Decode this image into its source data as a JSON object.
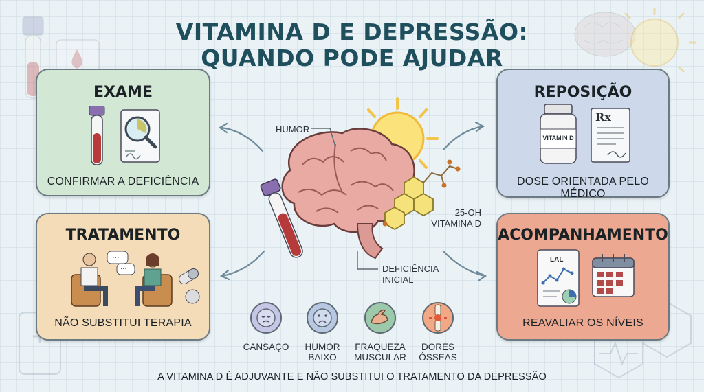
{
  "title": {
    "line1": "VITAMINA D E DEPRESSÃO:",
    "line2": "QUANDO PODE AJUDAR"
  },
  "cards": {
    "exame": {
      "heading": "EXAME",
      "caption": "CONFIRMAR A DEFICIÊNCIA",
      "color": "#d3e7d5"
    },
    "reposicao": {
      "heading": "REPOSIÇÃO",
      "caption": "DOSE ORIENTADA PELO MÉDICO",
      "bottle_label": "VITAMIN D",
      "rx_symbol": "Rx",
      "color": "#cdd9ea"
    },
    "tratamento": {
      "heading": "TRATAMENTO",
      "caption": "NÃO SUBSTITUI TERAPIA",
      "color": "#f5dcb9"
    },
    "acompanhamento": {
      "heading": "ACOMPANHAMENTO",
      "caption": "REAVALIAR OS NÍVEIS",
      "chart_label": "LAL",
      "color": "#eda892"
    }
  },
  "center": {
    "humor_label": "HUMOR",
    "vitamin_label_1": "25-OH",
    "vitamin_label_2": "VITAMINA D",
    "deficiency_label_1": "DEFICIÊNCIA",
    "deficiency_label_2": "INICIAL"
  },
  "symptoms": [
    {
      "line1": "CANSAÇO",
      "line2": "",
      "color": "#c6c6e6"
    },
    {
      "line1": "HUMOR",
      "line2": "BAIXO",
      "color": "#b9c8e2"
    },
    {
      "line1": "FRAQUEZA",
      "line2": "MUSCULAR",
      "color": "#9cc9a9"
    },
    {
      "line1": "DORES",
      "line2": "ÓSSEAS",
      "color": "#f2a884"
    }
  ],
  "footer": "A VITAMINA D É ADJUVANTE E NÃO SUBSTITUI O TRATAMENTO DA DEPRESSÃO"
}
